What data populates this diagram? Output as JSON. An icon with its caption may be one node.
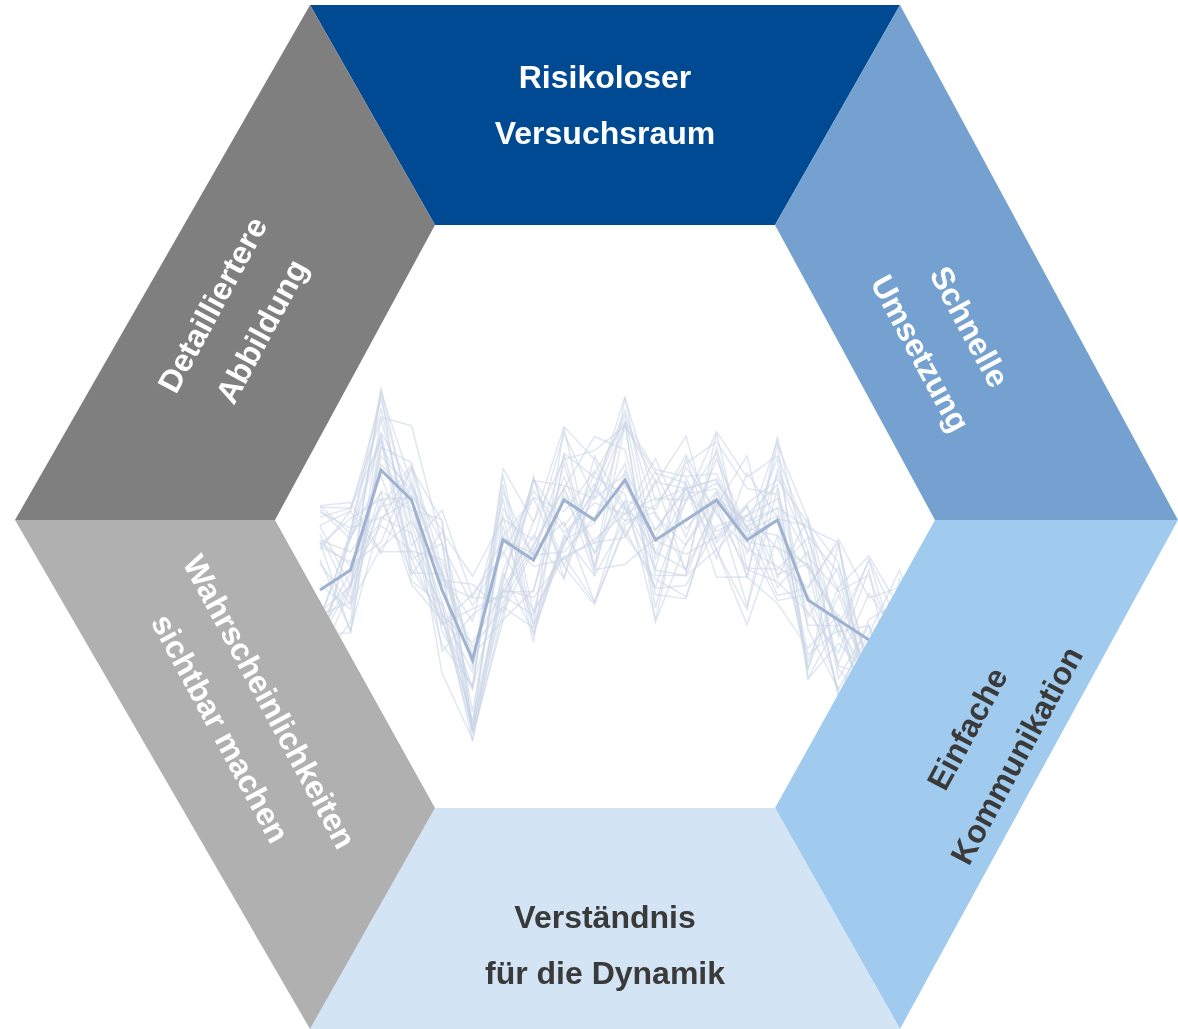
{
  "diagram": {
    "nodes": [
      {
        "text": [
          "Risikoloser Versuchsraum"
        ]
      },
      {
        "text": [
          "Schnelle Umsetzung"
        ]
      },
      {
        "text": [
          "Einfache Kommunikation"
        ]
      },
      {
        "text": [
          "Verständnis für die Dynamik"
        ]
      },
      {
        "text": [
          "Wahrscheinlichkeiten sichtbar machen"
        ]
      },
      {
        "text": [
          "Detailliertere Abbildung"
        ]
      }
    ]
  }
}
